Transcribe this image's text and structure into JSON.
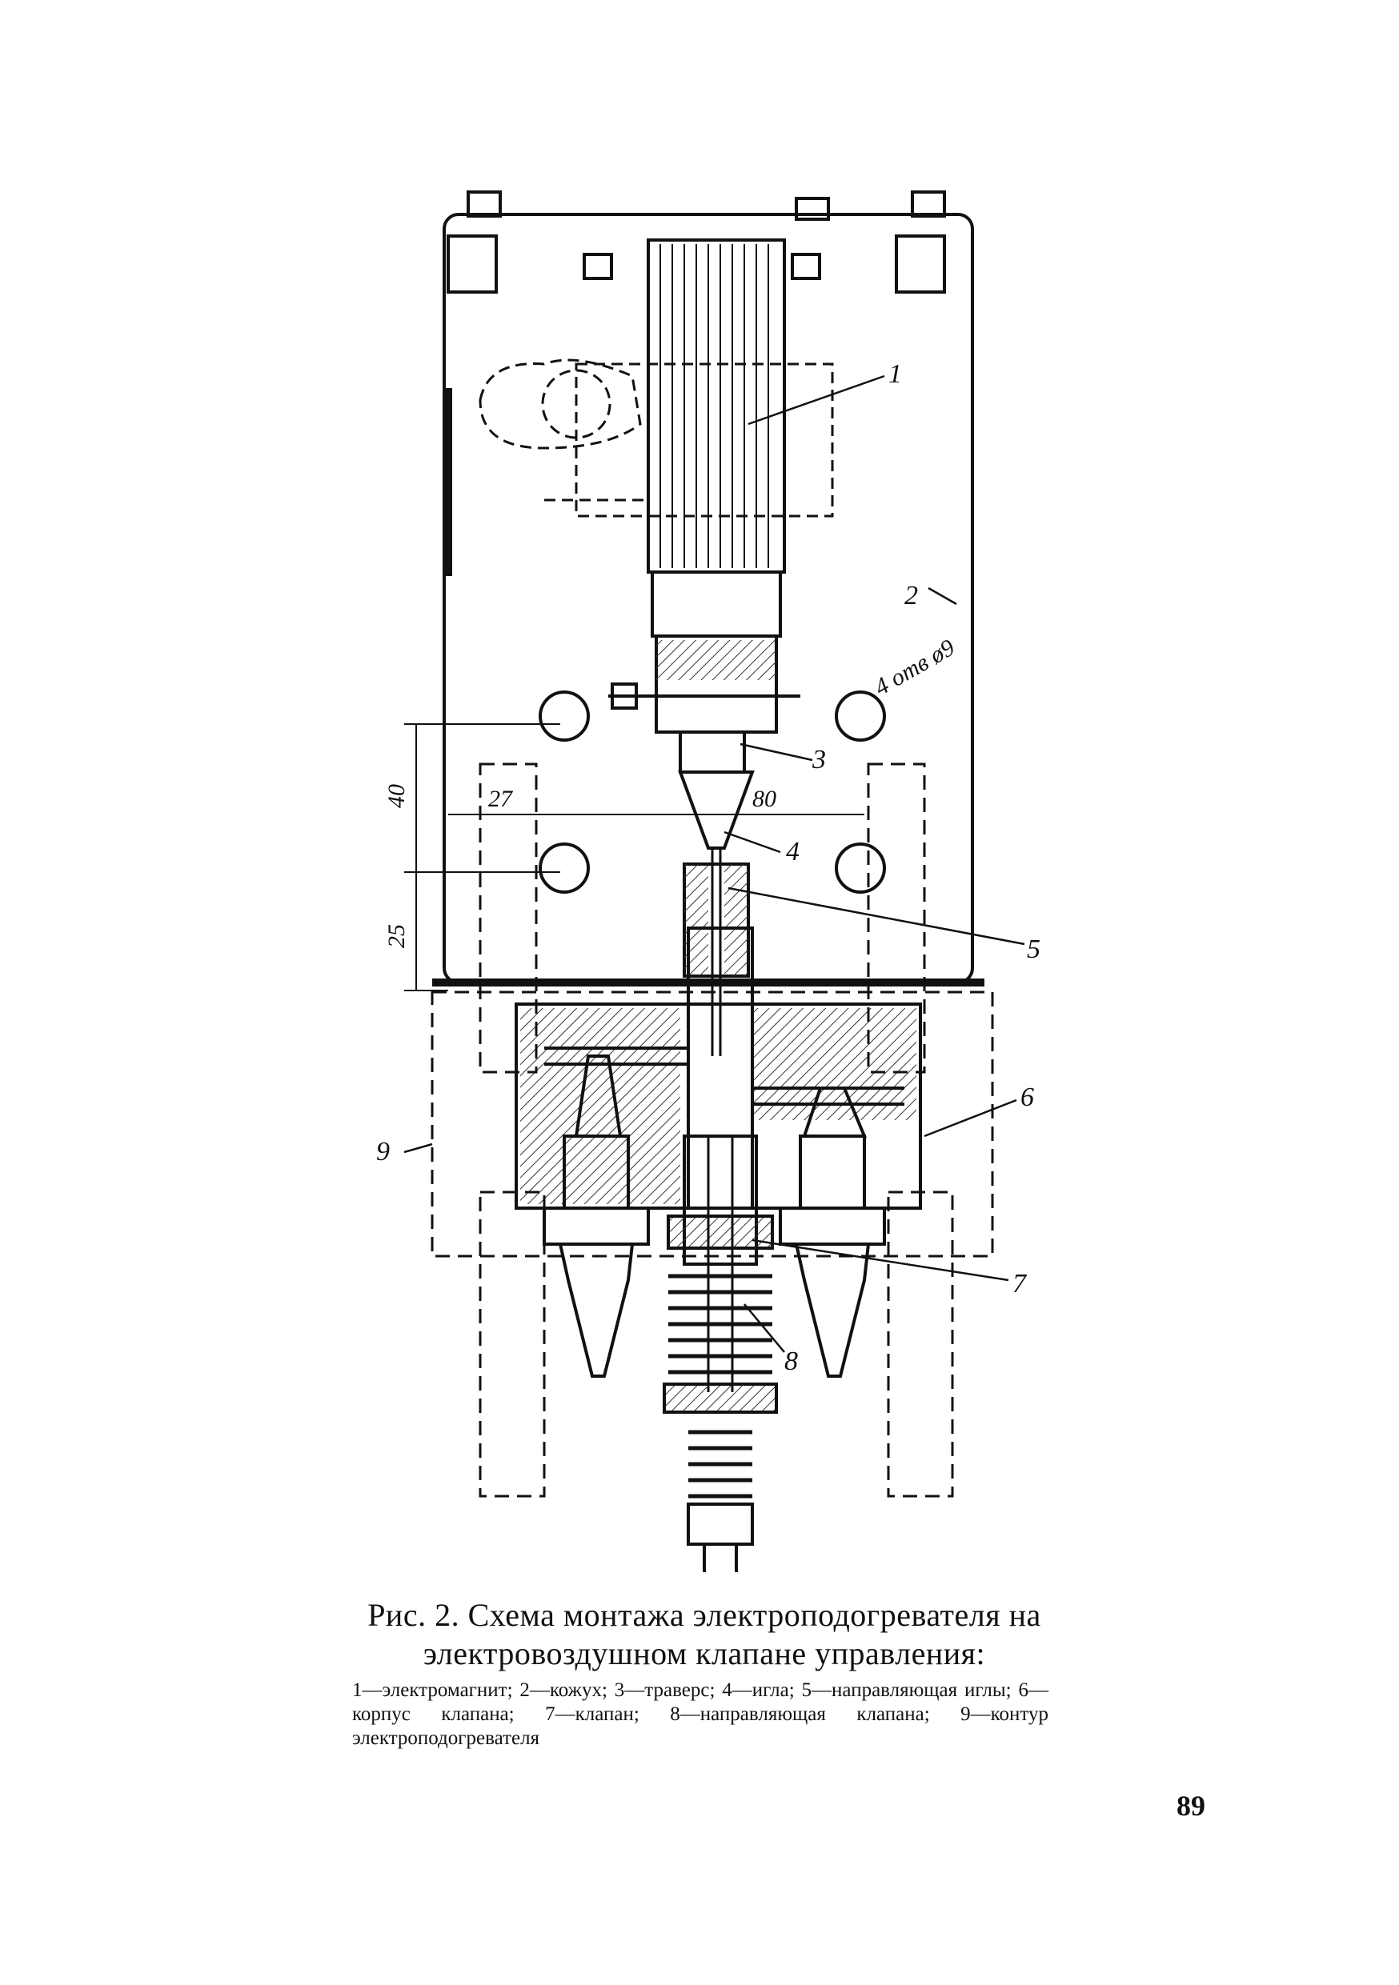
{
  "figure": {
    "callouts": [
      "1",
      "2",
      "3",
      "4",
      "5",
      "6",
      "7",
      "8",
      "9"
    ],
    "dimensions": {
      "d40": "40",
      "d25": "25",
      "d27": "27",
      "d80": "80",
      "holes": "4 отв ø9"
    }
  },
  "caption": {
    "title_line1": "Рис. 2. Схема монтажа электроподогревателя на",
    "title_line2": "электровоздушном клапане управления:",
    "legend": "1—электромагнит; 2—кожух; 3—траверс; 4—игла; 5—направляющая иглы; 6—корпус клапана; 7—клапан; 8—направляющая клапана; 9—контур электроподогревателя"
  },
  "page_number": "89"
}
